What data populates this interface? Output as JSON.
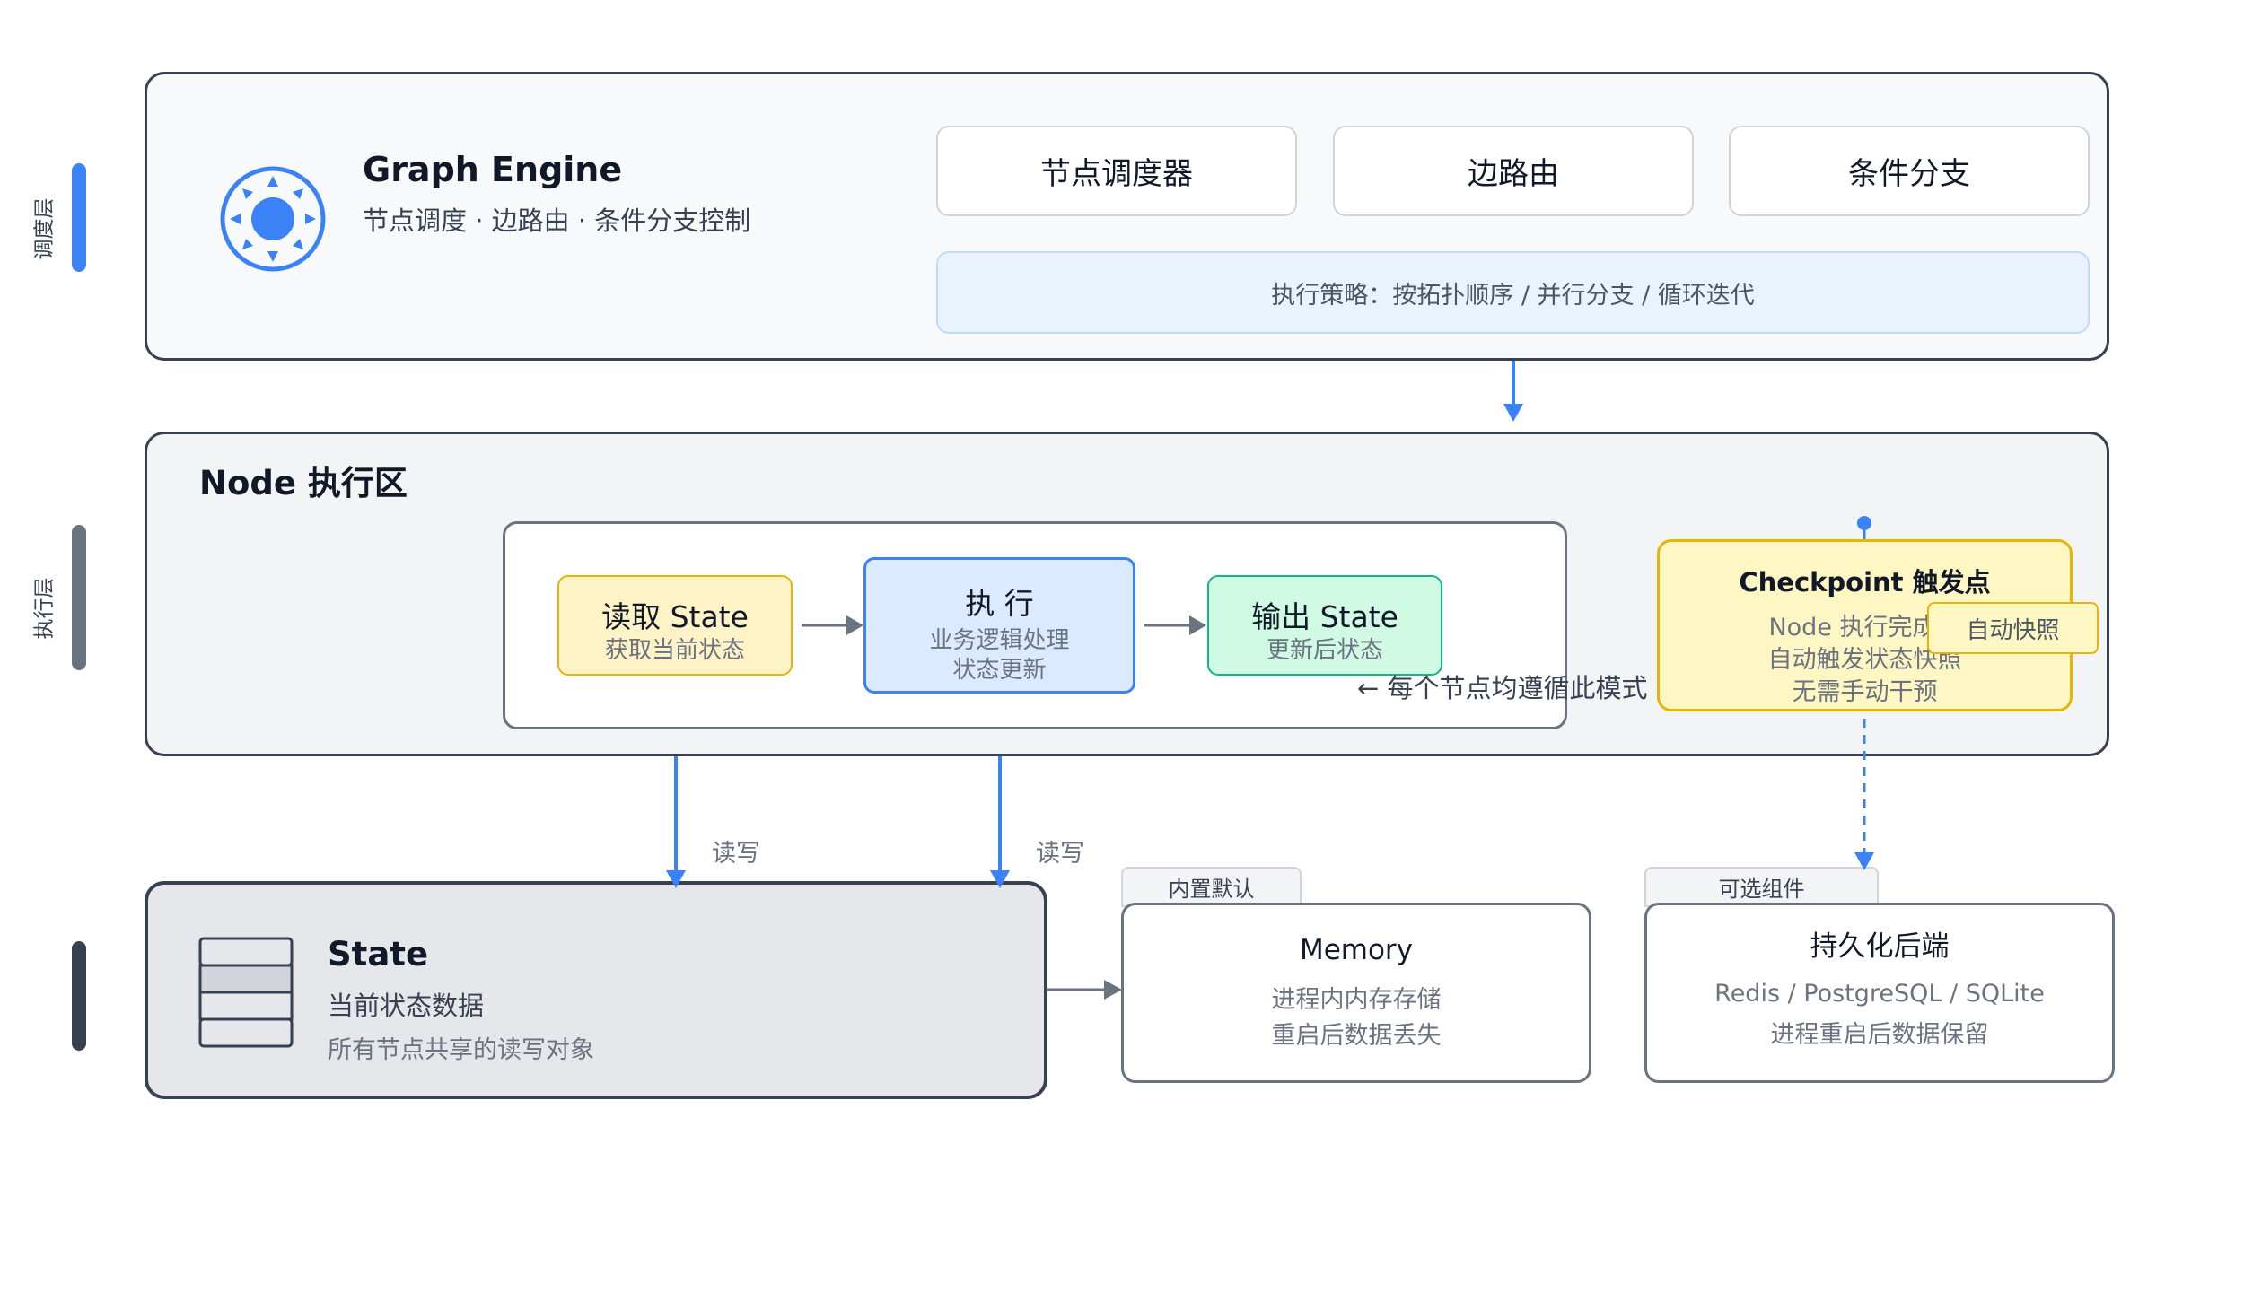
{
  "layers": {
    "schedule": "调度层",
    "execute": "执行层"
  },
  "engine": {
    "title": "Graph Engine",
    "subtitle": "节点调度 · 边路由 · 条件分支控制",
    "boxes": [
      "节点调度器",
      "边路由",
      "条件分支"
    ],
    "strategy": "执行策略：按拓扑顺序 / 并行分支 / 循环迭代"
  },
  "node_area": {
    "title": "Node 执行区",
    "steps": [
      {
        "title": "读取 State",
        "desc": [
          "获取当前状态"
        ]
      },
      {
        "title": "执 行",
        "desc": [
          "业务逻辑处理",
          "状态更新"
        ]
      },
      {
        "title": "输出 State",
        "desc": [
          "更新后状态"
        ]
      }
    ],
    "note": "← 每个节点均遵循此模式 →",
    "checkpoint": {
      "title": "Checkpoint 触发点",
      "lines": [
        "Node 执行完成后",
        "自动触发状态快照",
        "无需手动干预"
      ],
      "badge": "自动快照"
    }
  },
  "edges": {
    "rw_left": "读写",
    "rw_right": "读写"
  },
  "state": {
    "title": "State",
    "subtitle": "当前状态数据",
    "desc": "所有节点共享的读写对象"
  },
  "memory": {
    "tag": "内置默认",
    "title": "Memory",
    "lines": [
      "进程内内存存储",
      "重启后数据丢失"
    ]
  },
  "persistence": {
    "tag": "可选组件",
    "title": "持久化后端",
    "lines": [
      "Redis / PostgreSQL / SQLite",
      "进程重启后数据保留"
    ]
  },
  "colors": {
    "accent_blue": "#3b82f6",
    "checkpoint_yellow": "#eab308",
    "read_state_fill": "#fef3c7",
    "execute_fill": "#dbeafe",
    "output_fill": "#d1fae5"
  }
}
